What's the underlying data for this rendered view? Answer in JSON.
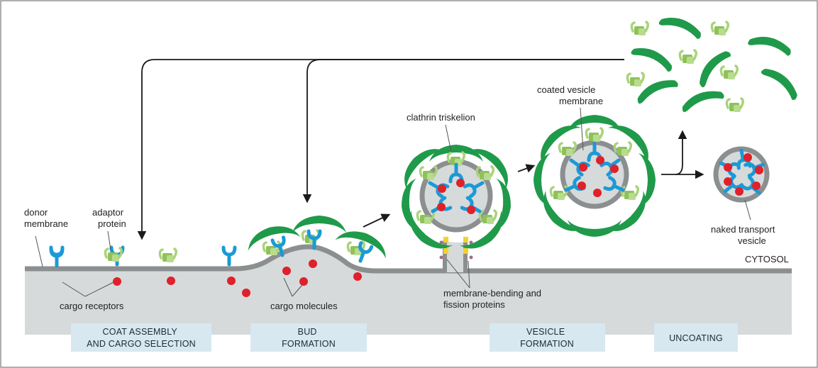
{
  "labels": {
    "donor_membrane": [
      "donor",
      "membrane"
    ],
    "adaptor_protein": [
      "adaptor",
      "protein"
    ],
    "cargo_receptors": "cargo receptors",
    "cargo_molecules": "cargo molecules",
    "clathrin_triskelion": "clathrin triskelion",
    "coated_vesicle_membrane": [
      "coated vesicle",
      "membrane"
    ],
    "membrane_bending": [
      "membrane-bending and",
      "fission proteins"
    ],
    "naked_transport_vesicle": [
      "naked transport",
      "vesicle"
    ],
    "cytosol": "CYTOSOL"
  },
  "steps": [
    {
      "lines": [
        "COAT ASSEMBLY",
        "AND CARGO SELECTION"
      ]
    },
    {
      "lines": [
        "BUD",
        "FORMATION"
      ]
    },
    {
      "lines": [
        "VESICLE",
        "FORMATION"
      ]
    },
    {
      "lines": [
        "UNCOATING"
      ]
    }
  ],
  "colors": {
    "membrane": "#8c8f90",
    "lumen": "#d6dadb",
    "clathrin": "#1f9a4a",
    "adaptor": "#a9d37a",
    "receptor": "#1a9ad6",
    "cargo": "#e0202a",
    "bending_protein": "#f2d22b",
    "step_box": "#d7e8f1"
  }
}
